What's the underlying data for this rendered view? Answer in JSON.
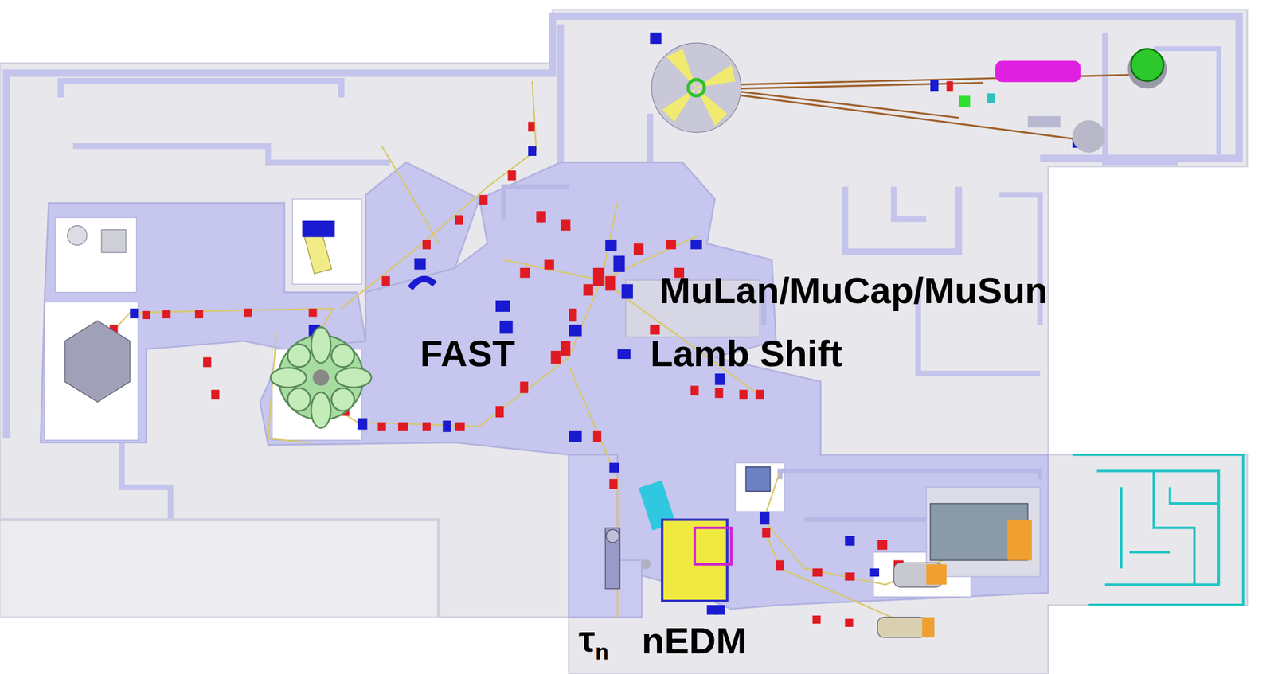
{
  "diagram": {
    "labels": [
      "MuLan/MuCap/MuSun",
      "FAST",
      "Lamb Shift",
      "τn",
      "nEDM"
    ]
  }
}
